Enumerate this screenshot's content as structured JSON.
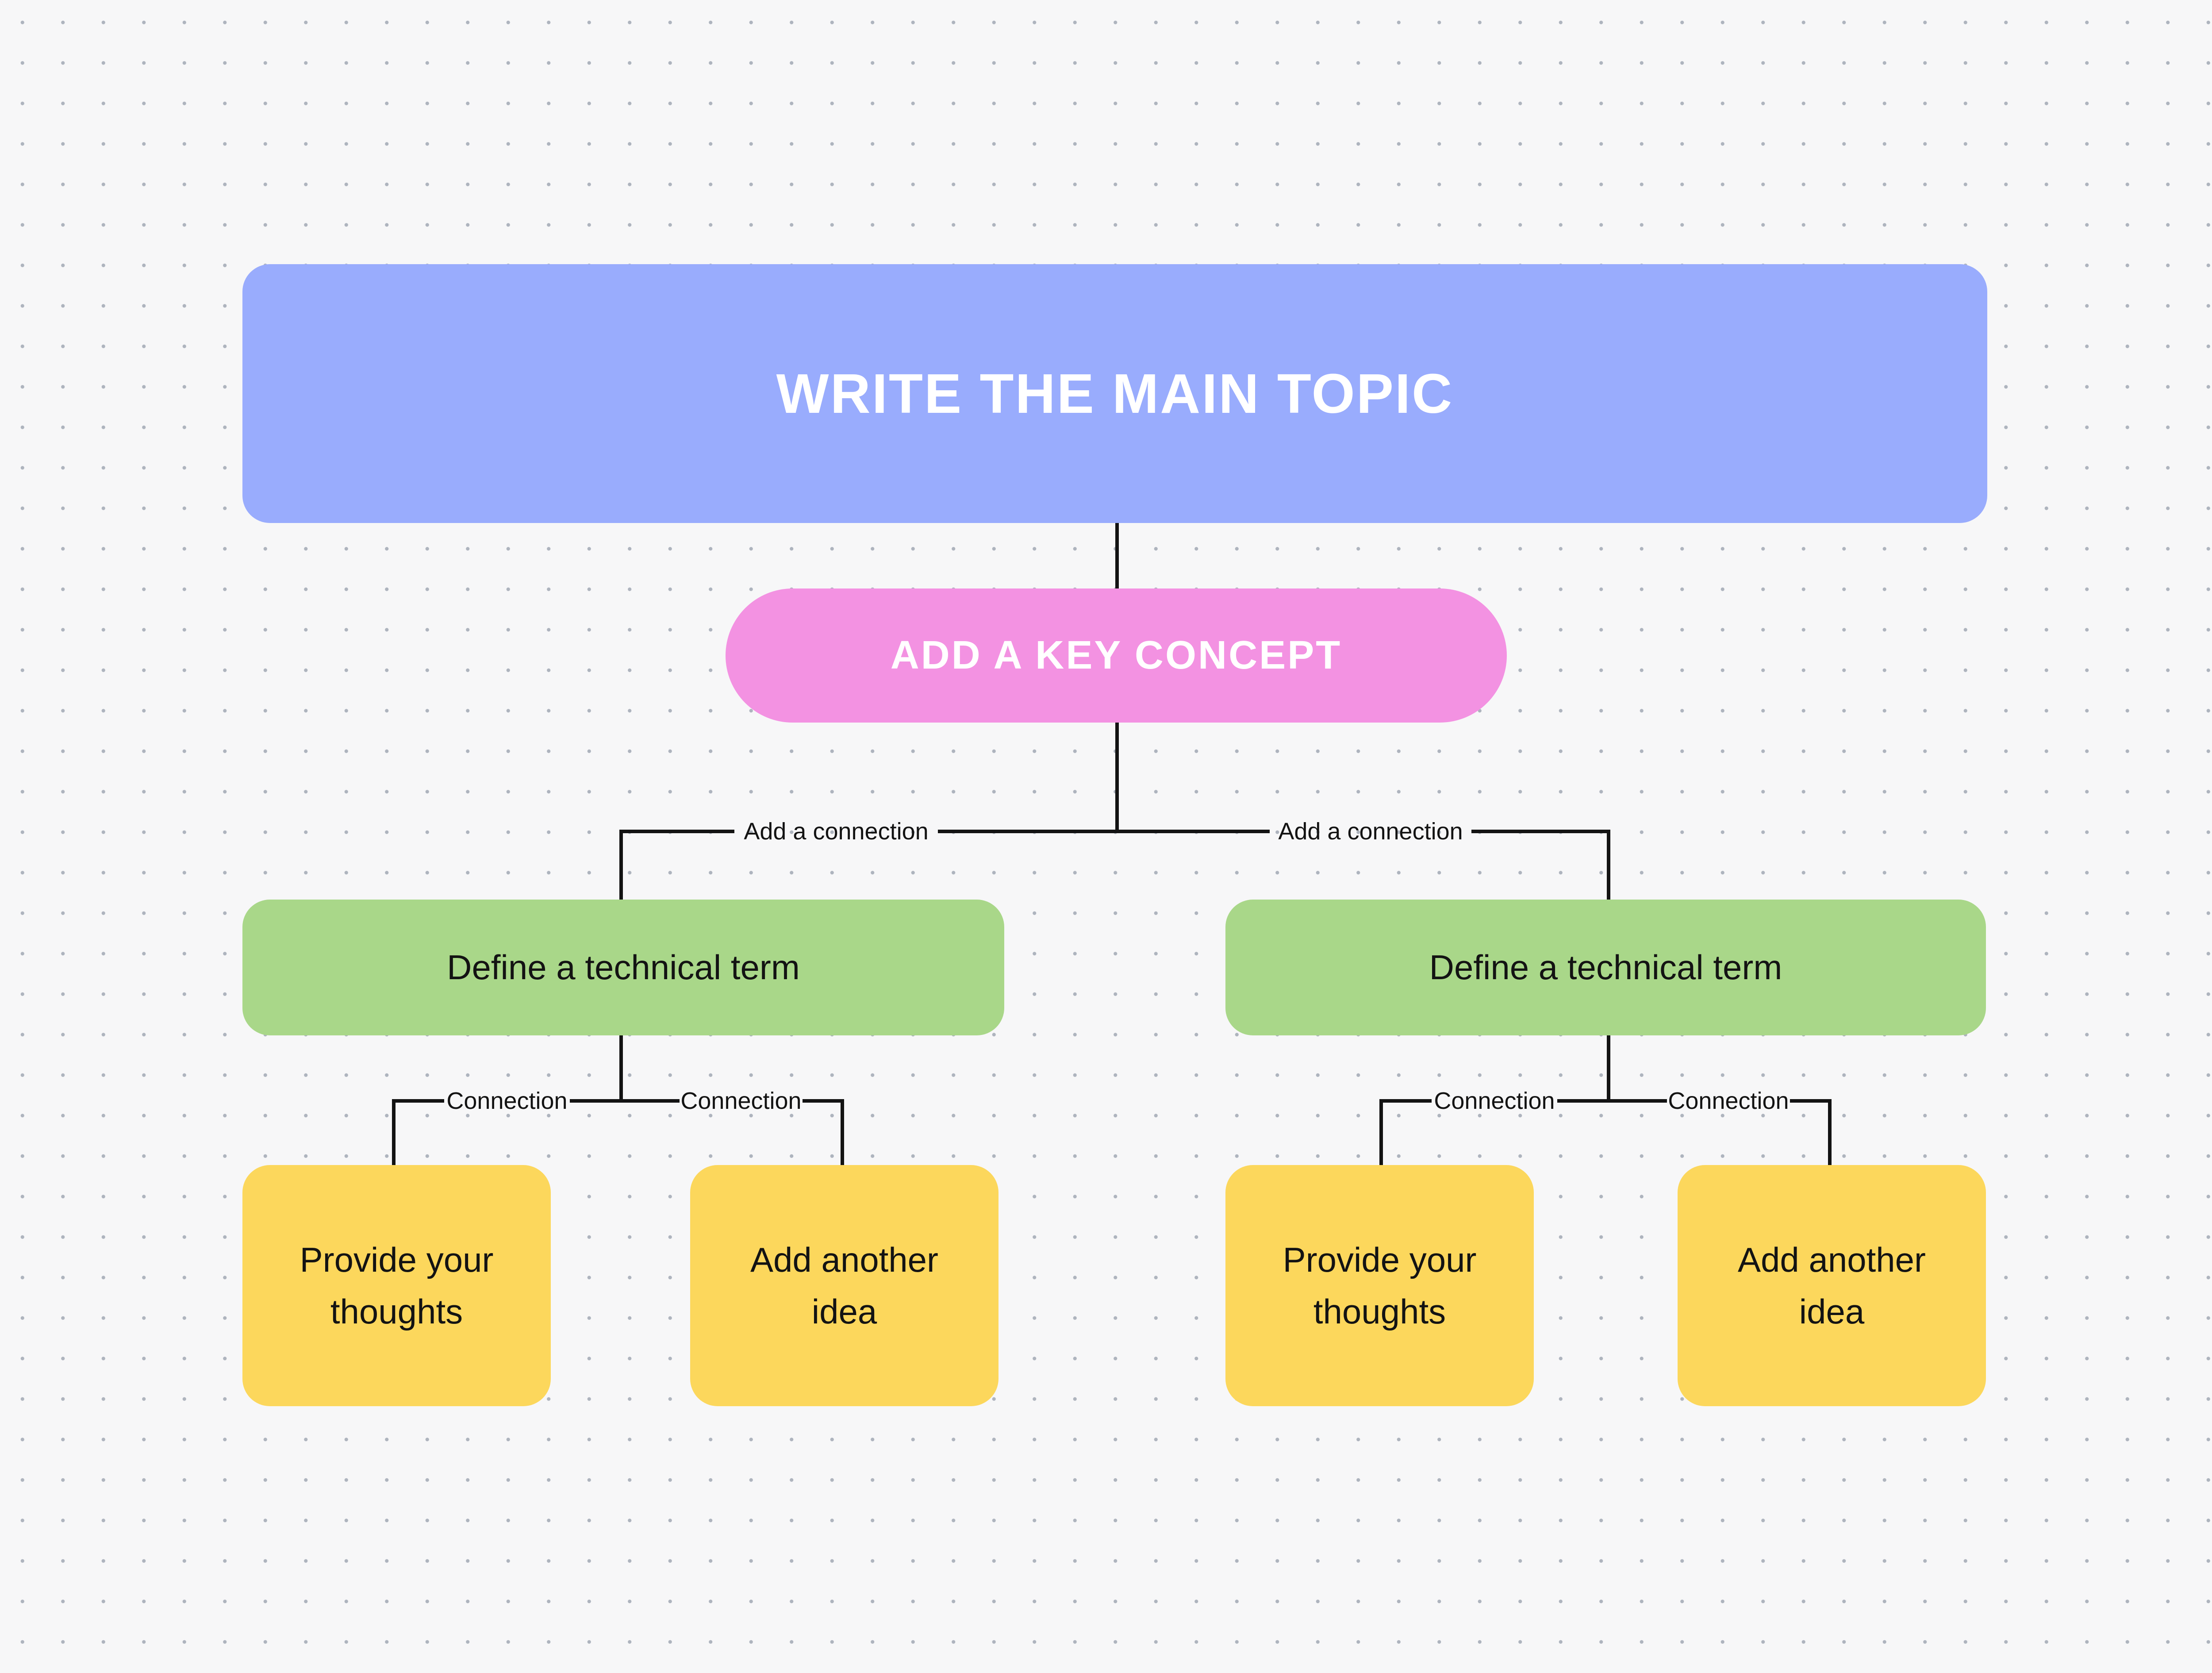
{
  "canvas": {
    "background_color": "#F7F7F8",
    "dot_color": "#AEB4BE",
    "connector_color": "#131313"
  },
  "nodes": {
    "main_topic": {
      "label": "WRITE THE MAIN TOPIC",
      "fill": "#99ACFD",
      "text_color": "#FFFFFF"
    },
    "key_concept": {
      "label": "ADD A KEY CONCEPT",
      "fill": "#F392E2",
      "text_color": "#FFFFFF"
    }
  },
  "labels": {
    "add_connection": "Add a connection",
    "connection": "Connection"
  },
  "branches": [
    {
      "term": {
        "label": "Define a technical term",
        "fill": "#A9D789"
      },
      "children": [
        {
          "label": "Provide your\nthoughts",
          "fill": "#FCD75C"
        },
        {
          "label": "Add another\nidea",
          "fill": "#FCD75C"
        }
      ]
    },
    {
      "term": {
        "label": "Define a technical term",
        "fill": "#A9D789"
      },
      "children": [
        {
          "label": "Provide your\nthoughts",
          "fill": "#FCD75C"
        },
        {
          "label": "Add another\nidea",
          "fill": "#FCD75C"
        }
      ]
    }
  ]
}
